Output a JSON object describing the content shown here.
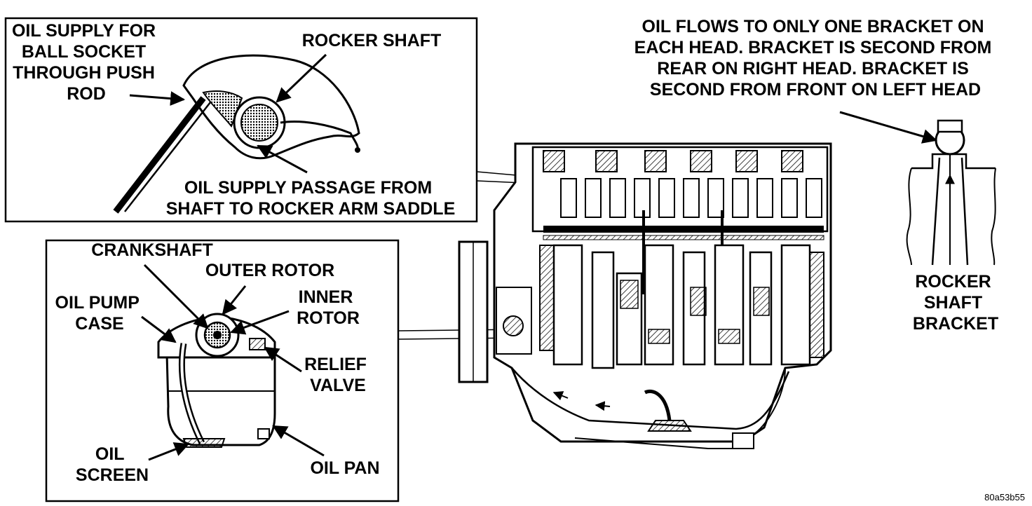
{
  "labels": {
    "oil_supply_ball_socket": [
      "OIL SUPPLY FOR",
      "BALL SOCKET",
      "THROUGH PUSH",
      "ROD"
    ],
    "rocker_shaft": "ROCKER SHAFT",
    "oil_supply_passage": [
      "OIL SUPPLY PASSAGE FROM",
      "SHAFT TO ROCKER ARM SADDLE"
    ],
    "oil_flows_note": [
      "OIL FLOWS TO ONLY ONE BRACKET ON",
      "EACH HEAD.  BRACKET IS SECOND FROM",
      "REAR ON RIGHT HEAD.  BRACKET IS",
      "SECOND FROM FRONT ON LEFT HEAD"
    ],
    "crankshaft": "CRANKSHAFT",
    "outer_rotor": "OUTER ROTOR",
    "inner_rotor": [
      "INNER",
      "ROTOR"
    ],
    "oil_pump_case": [
      "OIL PUMP",
      "CASE"
    ],
    "relief_valve": [
      "RELIEF",
      "VALVE"
    ],
    "oil_screen": [
      "OIL",
      "SCREEN"
    ],
    "oil_pan": "OIL PAN",
    "rocker_shaft_bracket": [
      "ROCKER",
      "SHAFT",
      "BRACKET"
    ]
  },
  "figure_code": "80a53b55"
}
